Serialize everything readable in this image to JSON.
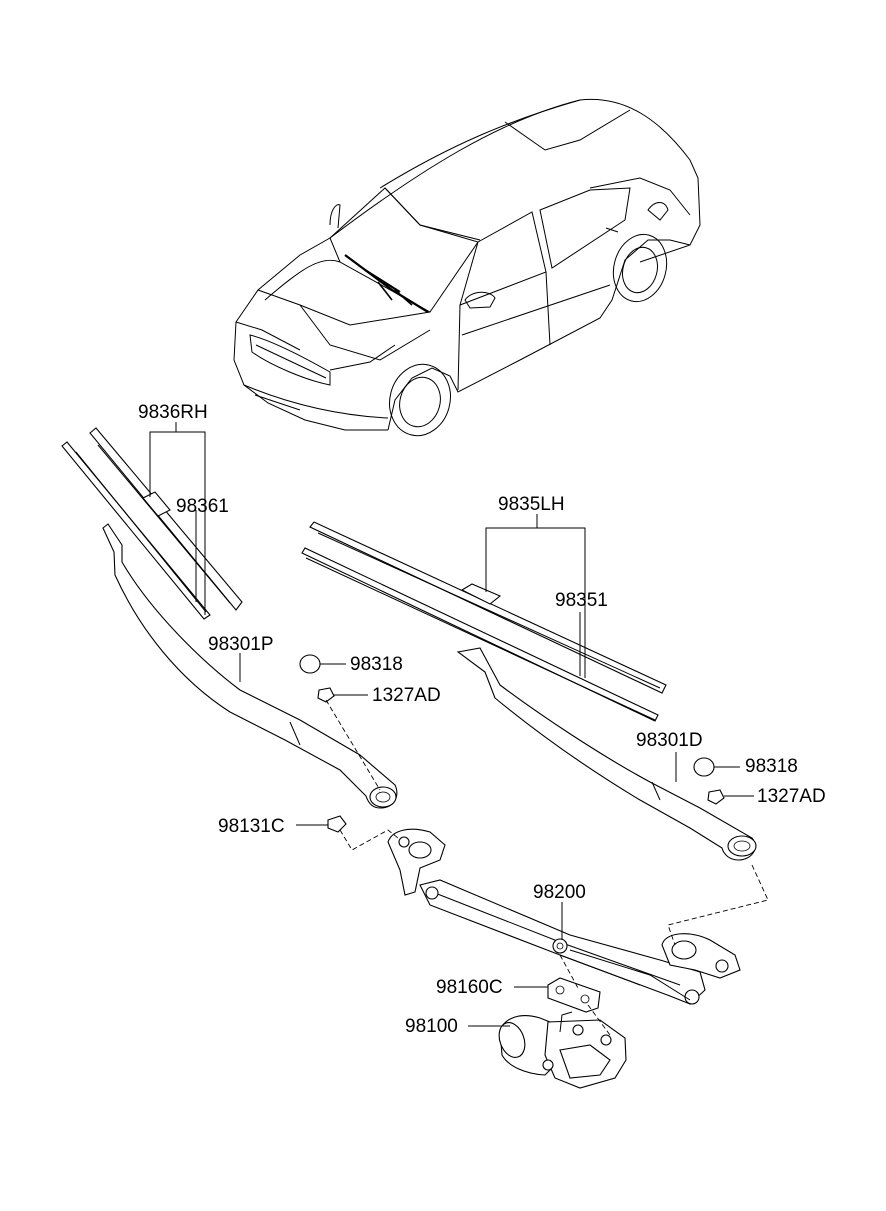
{
  "diagram": {
    "labels": {
      "rh_blade_assy": "9836RH",
      "rh_blade_insert": "98361",
      "lh_blade_assy": "9835LH",
      "lh_blade_insert": "98351",
      "arm_passenger": "98301P",
      "arm_driver": "98301D",
      "cap_left": "98318",
      "cap_right": "98318",
      "nut_left": "1327AD",
      "nut_right": "1327AD",
      "pivot_nut": "98131C",
      "linkage": "98200",
      "crank_arm": "98160C",
      "motor": "98100"
    }
  }
}
